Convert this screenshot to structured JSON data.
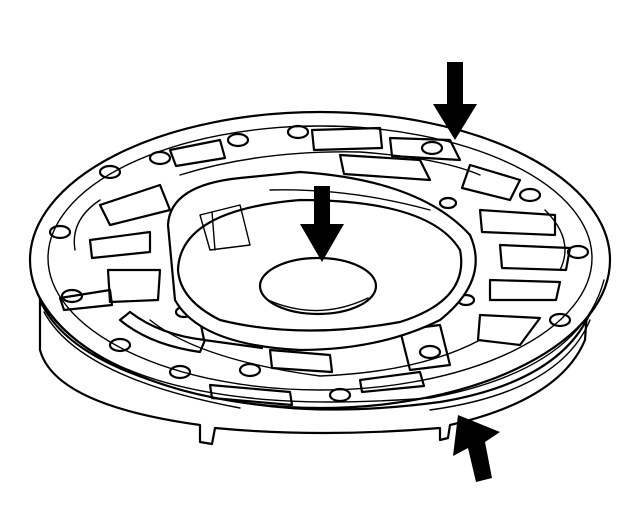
{
  "diagram": {
    "subject": "pump-body-plate-illustration",
    "colors": {
      "line": "#000000",
      "background": "#ffffff"
    },
    "callouts": [
      {
        "id": "top-edge",
        "direction": "down"
      },
      {
        "id": "center-bore",
        "direction": "down"
      },
      {
        "id": "bottom-edge",
        "direction": "up-left"
      }
    ]
  }
}
